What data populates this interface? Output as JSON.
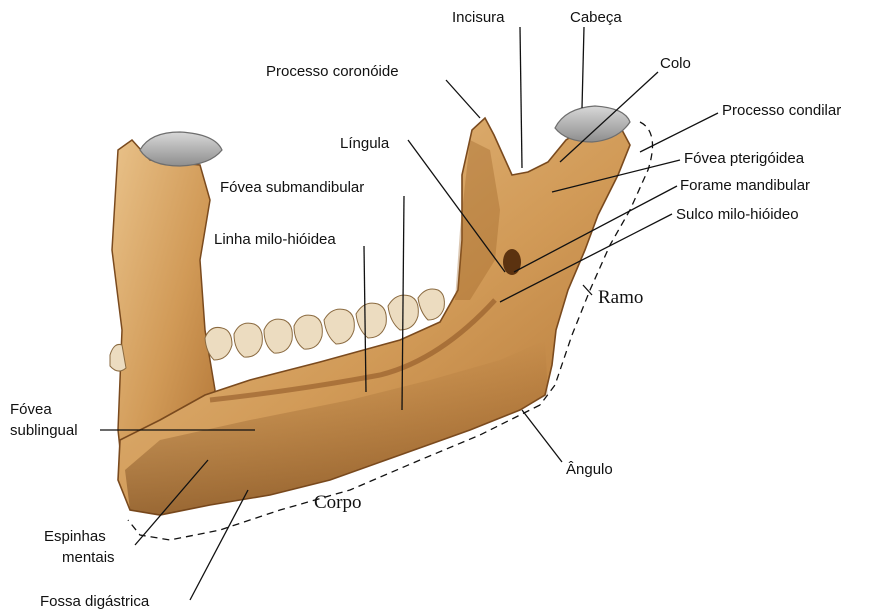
{
  "labels": {
    "incisura": "Incisura",
    "cabeca": "Cabeça",
    "processo_coronoide": "Processo coronóide",
    "colo": "Colo",
    "processo_condilar": "Processo condilar",
    "lingula": "Língula",
    "fovea_pterigoidea": "Fóvea pterigóidea",
    "fovea_submandibular": "Fóvea submandibular",
    "forame_mandibular": "Forame mandibular",
    "sulco_milo_hioideo": "Sulco milo-hióideo",
    "linha_milo_hioidea": "Linha milo-hióidea",
    "ramo": "Ramo",
    "fovea_sublingual_1": "Fóvea",
    "fovea_sublingual_2": "sublingual",
    "angulo": "Ângulo",
    "corpo": "Corpo",
    "espinhas_mentais_1": "Espinhas",
    "espinhas_mentais_2": "mentais",
    "fossa_digastrica": "Fossa digástrica"
  },
  "colors": {
    "bone_light": "#e9c28a",
    "bone_mid": "#c98f4c",
    "bone_dark": "#7a4a1e",
    "cartilage": "#a9a9a9",
    "teeth": "#ecdcc0"
  }
}
